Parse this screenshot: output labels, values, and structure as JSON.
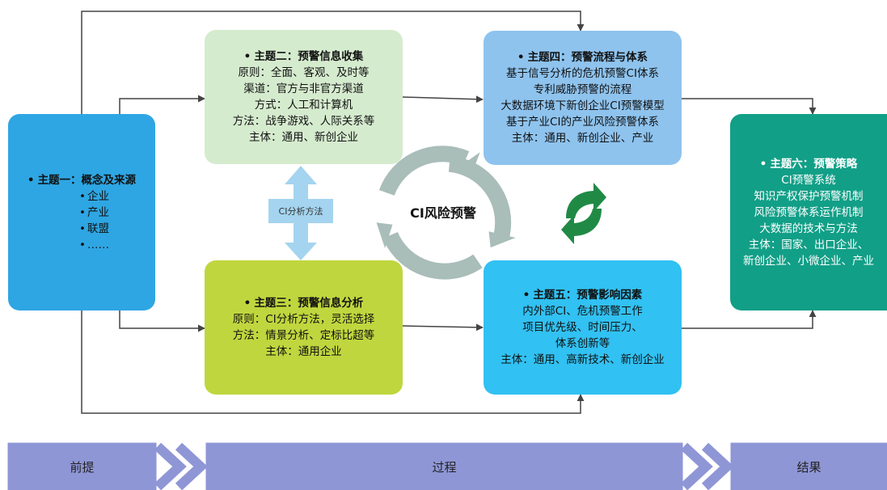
{
  "colors": {
    "t1": "#2ea6e3",
    "t2": "#d5ebce",
    "t3": "#c0d63e",
    "t4": "#8ec3ee",
    "t5": "#31c1f2",
    "t6": "#129f87",
    "cycle": "#a9bdb9",
    "refresh": "#208a45",
    "double_arrow": "#a4d4ef",
    "bar": "#8f96d6",
    "arrow": "#444444"
  },
  "topic1": {
    "title": "主题一：概念及来源",
    "items": [
      "企业",
      "产业",
      "联盟",
      "……"
    ]
  },
  "topic2": {
    "title": "主题二：预警信息收集",
    "lines": [
      "原则：全面、客观、及时等",
      "渠道：官方与非官方渠道",
      "方式：人工和计算机",
      "方法：战争游戏、人际关系等",
      "主体：通用、新创企业"
    ]
  },
  "topic3": {
    "title": "主题三：预警信息分析",
    "lines": [
      "原则：CI分析方法，灵活选择",
      "方法：情景分析、定标比超等",
      "主体：通用企业"
    ]
  },
  "topic4": {
    "title": "主题四：预警流程与体系",
    "lines": [
      "基于信号分析的危机预警CI体系",
      "专利威胁预警的流程",
      "大数据环境下新创企业CI预警模型",
      "基于产业CI的产业风险预警体系",
      "主体：通用、新创企业、产业"
    ]
  },
  "topic5": {
    "title": "主题五：预警影响因素",
    "lines": [
      "内外部CI、危机预警工作",
      "项目优先级、时间压力、",
      "体系创新等",
      "主体：通用、高新技术、新创企业"
    ]
  },
  "topic6": {
    "title": "主题六：预警策略",
    "lines": [
      "CI预警系统",
      "知识产权保护预警机制",
      "风险预警体系运作机制",
      "大数据的技术与方法",
      "主体：国家、出口企业、",
      "新创企业、小微企业、产业"
    ]
  },
  "center": "CI风险预警",
  "method_label": "CI分析方法",
  "stages": [
    "前提",
    "过程",
    "结果"
  ]
}
